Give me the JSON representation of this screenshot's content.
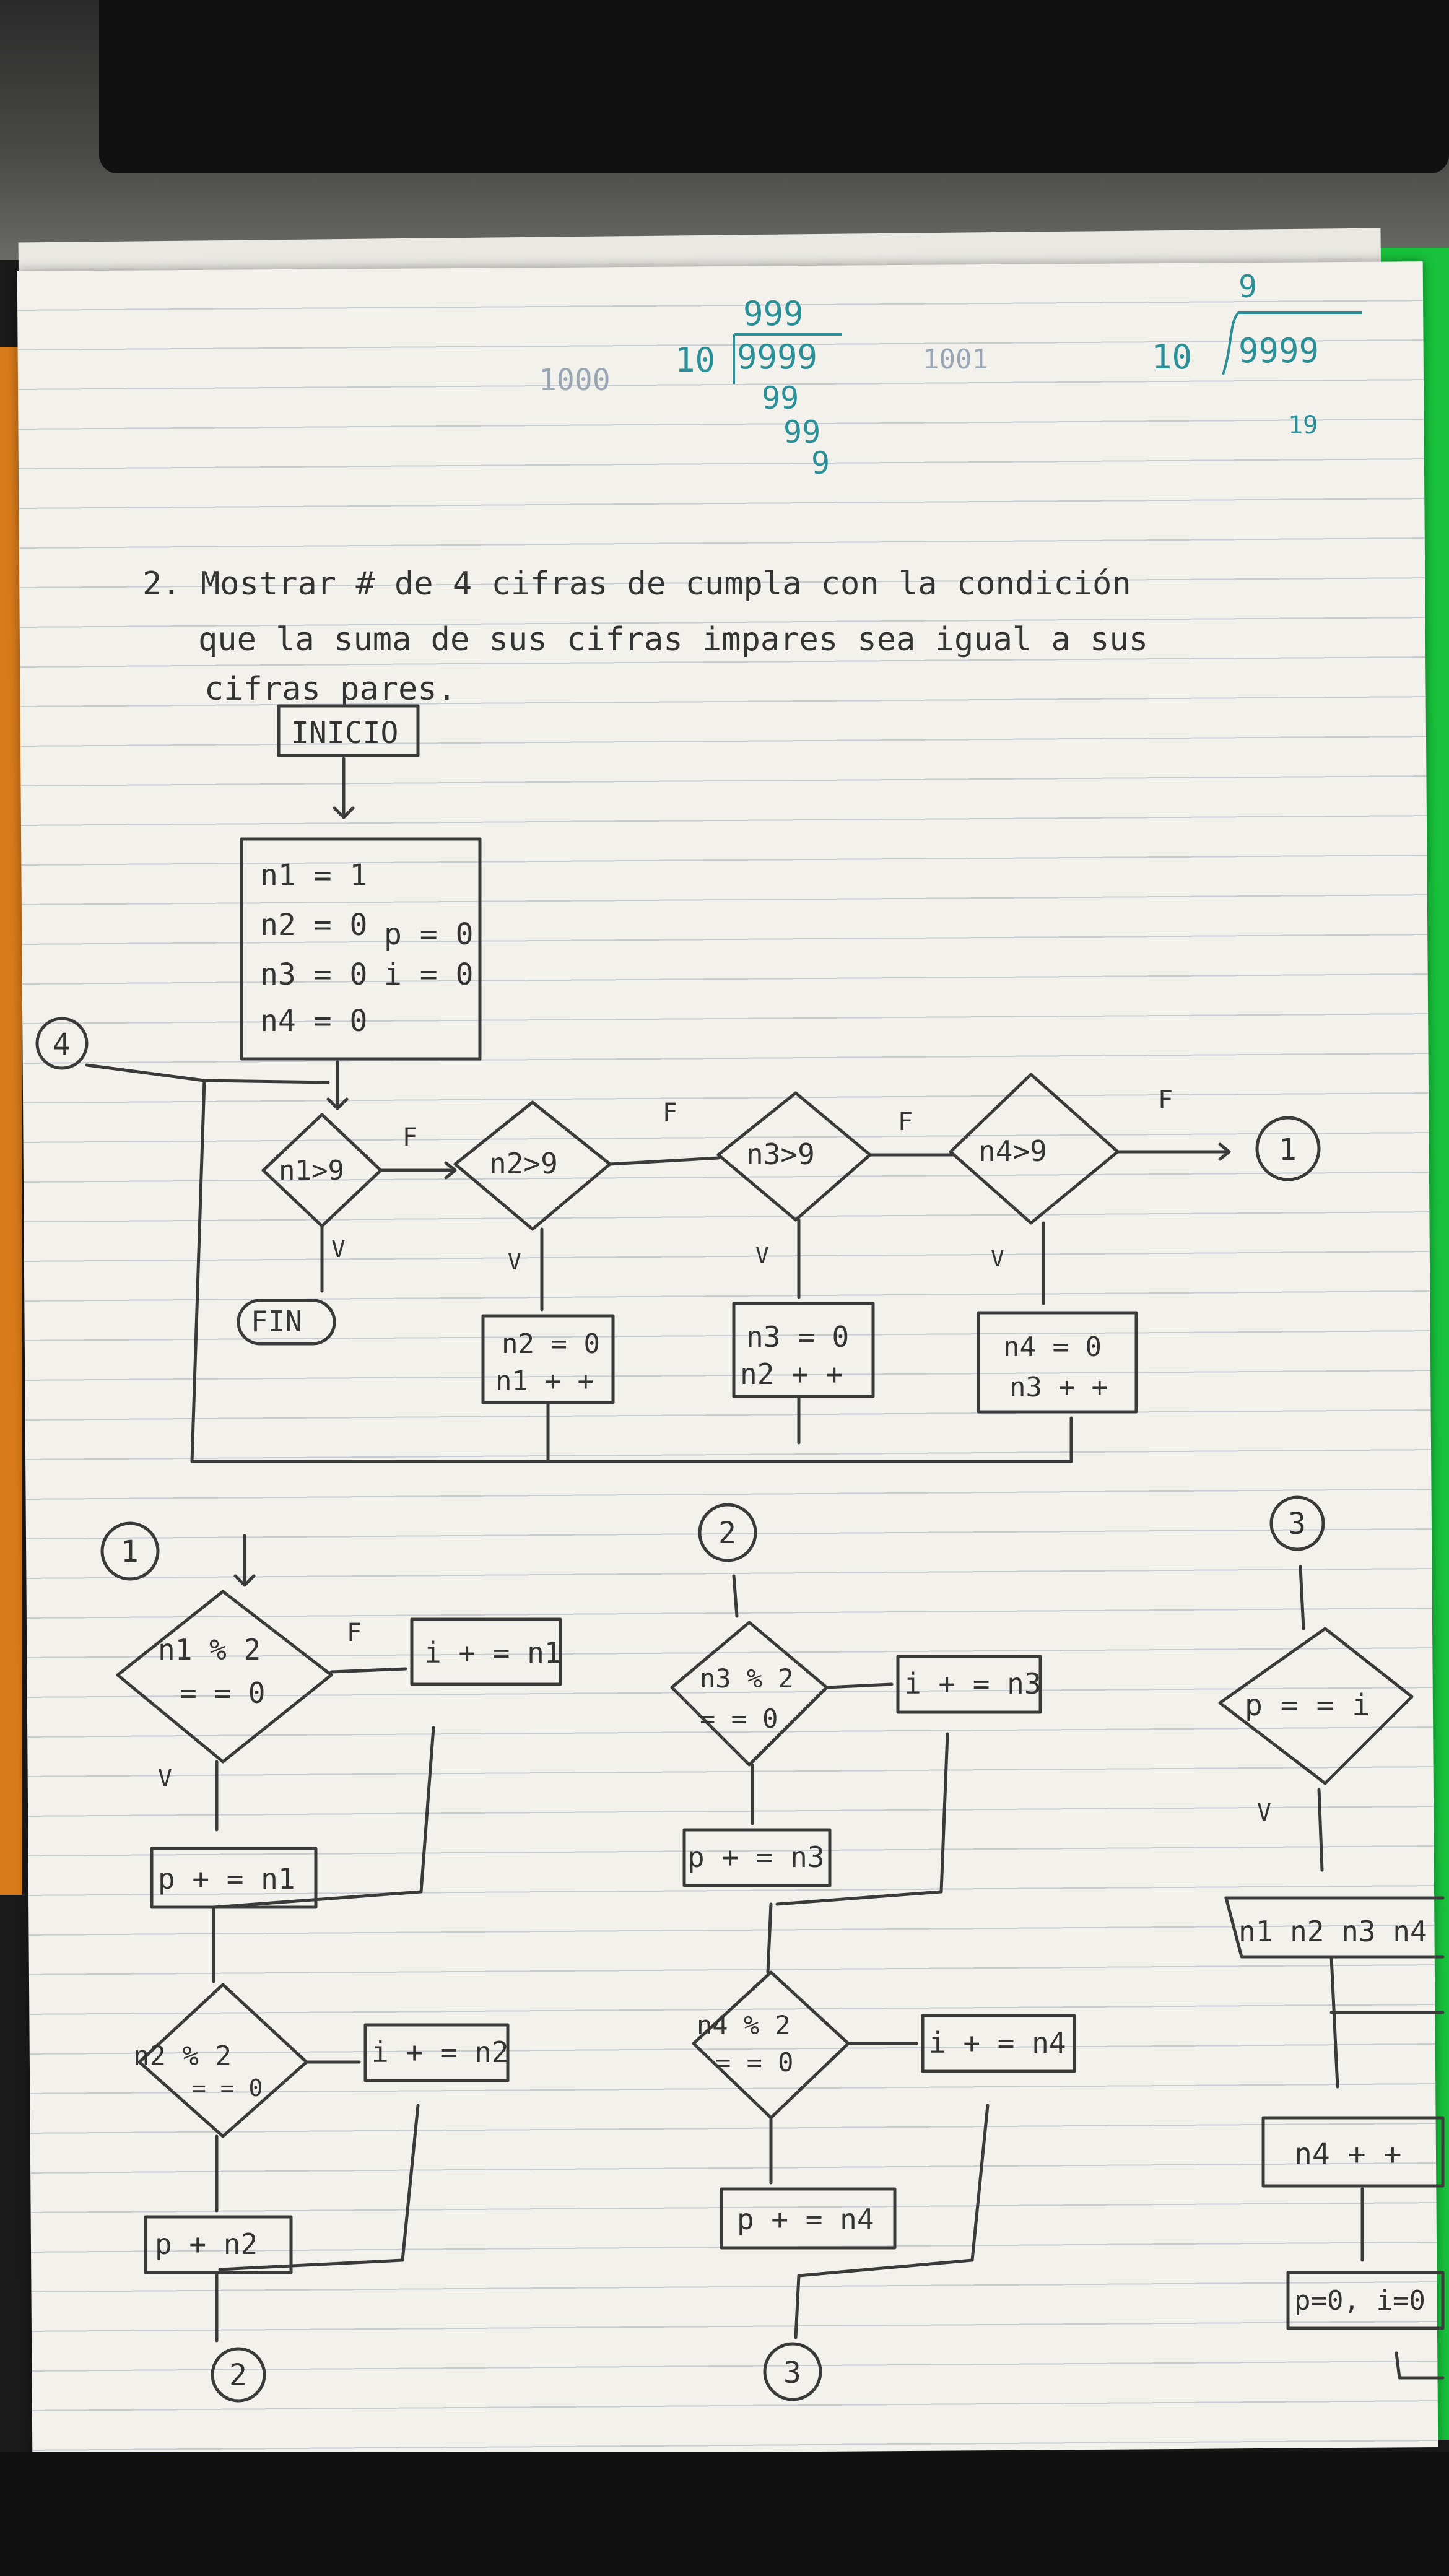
{
  "calc_notes": {
    "n1000": "1000",
    "div_left": "10",
    "dividend": "9999",
    "quotient": "999",
    "step1": "99",
    "step2": "99",
    "step3": "9",
    "faint_1001": "1001",
    "right_divisor": "10",
    "right_dividend": "9999",
    "right_quotient": "9",
    "right_remainder": "19"
  },
  "problem": {
    "line1": "2. Mostrar # de 4 cifras de cumpla con la condición",
    "line2": "que la suma de sus cifras impares sea igual a sus",
    "line3": "cifras pares."
  },
  "flow": {
    "inicio": "INICIO",
    "init": [
      "n1 = 1",
      "n2 = 0",
      "n3 = 0",
      "n4 = 0"
    ],
    "init_side": [
      "p = 0",
      "i = 0"
    ],
    "conn4": "4",
    "d1": "n1>9",
    "d2": "n2>9",
    "d3": "n3>9",
    "d4": "n4>9",
    "f": "F",
    "v": "V",
    "fin": "FIN",
    "conn1": "1",
    "b2": [
      "n2 = 0",
      "n1 + +"
    ],
    "b3": [
      "n3 = 0",
      "n2 + +"
    ],
    "b4": [
      "n4 = 0",
      "n3 + +"
    ]
  },
  "flow2": {
    "c1": "1",
    "c2": "2",
    "c3": "3",
    "a_d1": [
      "n1 % 2",
      "= = 0"
    ],
    "a_i1": "i + = n1",
    "a_p1": "p + = n1",
    "a_d2": [
      "n2 % 2",
      "= = 0"
    ],
    "a_i2": "i + = n2",
    "a_p2": "p + n2",
    "a_out": "2",
    "b_d1": [
      "n3 % 2",
      "= = 0"
    ],
    "b_i1": "i + = n3",
    "b_p1": "p + = n3",
    "b_d2": [
      "n4 % 2",
      "= = 0"
    ],
    "b_i2": "i + = n4",
    "b_p2": "p + = n4",
    "b_out": "3",
    "c_d1": "p = = i",
    "c_v": "V",
    "c_print": "n1 n2 n3 n4",
    "c_inc": "n4 + +",
    "c_reset": "p=0, i=0"
  }
}
